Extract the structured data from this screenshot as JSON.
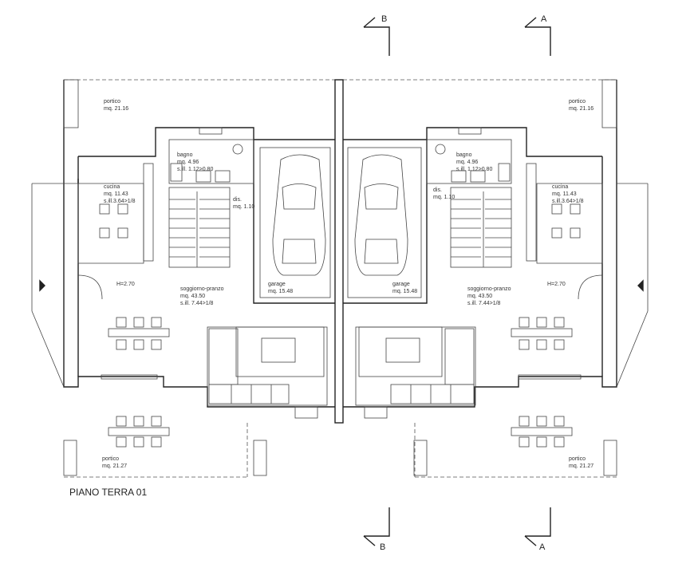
{
  "plan": {
    "title": "PIANO TERRA 01",
    "section_a": "A",
    "section_b": "B",
    "left_unit": {
      "portico_top": {
        "name": "portico",
        "area": "mq. 21.16"
      },
      "bagno": {
        "name": "bagno",
        "area": "mq. 4.96",
        "window": "s.ill. 1.12>0.80"
      },
      "cucina": {
        "name": "cucina",
        "area": "mq. 11.43",
        "window": "s.ill.3.64>1/8"
      },
      "dis": {
        "name": "dis.",
        "area": "mq. 1.10"
      },
      "garage": {
        "name": "garage",
        "area": "mq. 15.48"
      },
      "height": "H=2.70",
      "soggiorno": {
        "name": "soggiorno-pranzo",
        "area": "mq. 43.50",
        "window": "s.ill. 7.44>1/8"
      },
      "portico_bottom": {
        "name": "portico",
        "area": "mq. 21.27"
      }
    },
    "right_unit": {
      "portico_top": {
        "name": "portico",
        "area": "mq. 21.16"
      },
      "bagno": {
        "name": "bagno",
        "area": "mq. 4.96",
        "window": "s.ill. 1.12>0.80"
      },
      "cucina": {
        "name": "cucina",
        "area": "mq. 11.43",
        "window": "s.ill.3.64>1/8"
      },
      "dis": {
        "name": "dis.",
        "area": "mq. 1.10"
      },
      "garage": {
        "name": "garage",
        "area": "mq. 15.48"
      },
      "height": "H=2.70",
      "soggiorno": {
        "name": "soggiorno-pranzo",
        "area": "mq. 43.50",
        "window": "s.ill. 7.44>1/8"
      },
      "portico_bottom": {
        "name": "portico",
        "area": "mq. 21.27"
      }
    }
  }
}
